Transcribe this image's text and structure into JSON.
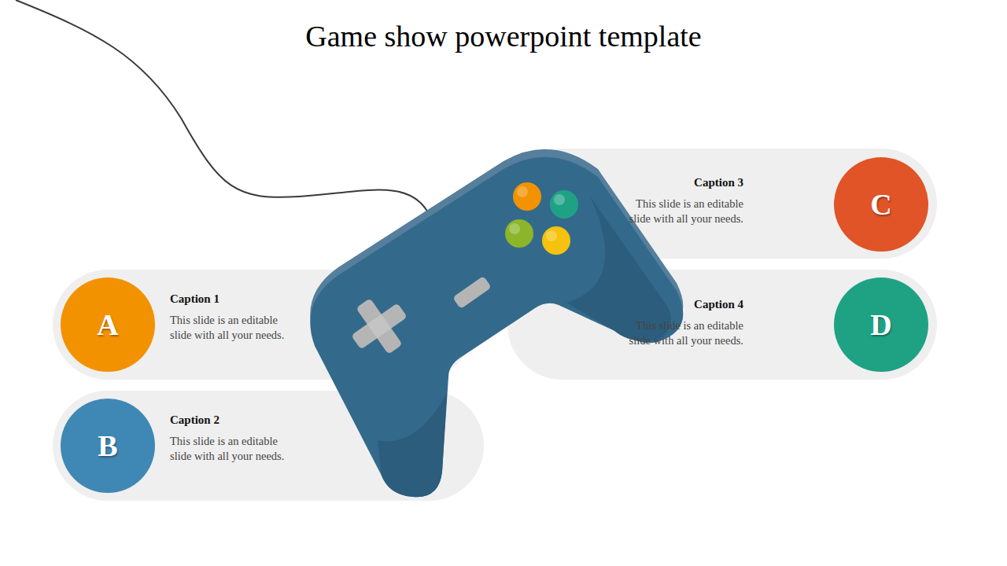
{
  "diagram": {
    "title": "Game show powerpoint template",
    "nodes": [
      {
        "text": [
          "Caption 1",
          "This slide is an editable slide with all your needs."
        ]
      },
      {
        "text": [
          "A"
        ],
        "in": 0
      },
      {
        "text": [
          "Caption 2",
          "This slide is an editable slide with all your needs."
        ]
      },
      {
        "text": [
          "B"
        ],
        "in": 2
      },
      {
        "text": [
          "Caption 3",
          "This slide is an editable slide with all your needs."
        ]
      },
      {
        "text": [
          "C"
        ],
        "in": 4
      },
      {
        "text": [
          "Caption 4",
          "This slide is an editable slide with all your needs."
        ]
      },
      {
        "text": [
          "D"
        ],
        "in": 6
      }
    ]
  }
}
